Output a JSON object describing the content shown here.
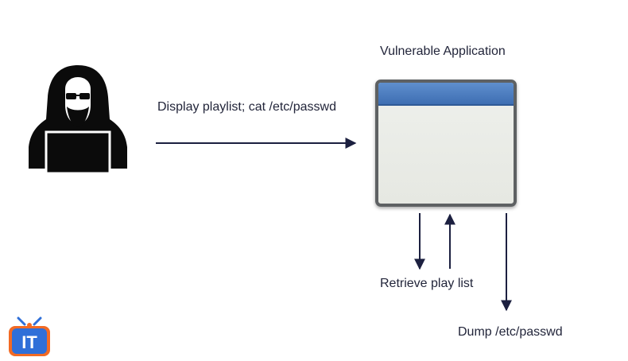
{
  "app": {
    "title": "Vulnerable Application"
  },
  "request": {
    "label": "Display playlist; cat /etc/passwd"
  },
  "responses": {
    "retrieve_label": "Retrieve play list",
    "dump_label": "Dump /etc/passwd"
  },
  "icons": {
    "attacker": "hooded-hacker-icon",
    "application": "application-window-icon",
    "logo": "it-tv-logo-icon"
  },
  "colors": {
    "arrow": "#1c2040",
    "window_titlebar": "#4a7bbf",
    "window_border": "#5e6163",
    "logo_blue": "#2f6fd8",
    "logo_orange": "#f26a24"
  },
  "logo": {
    "text": "IT"
  }
}
